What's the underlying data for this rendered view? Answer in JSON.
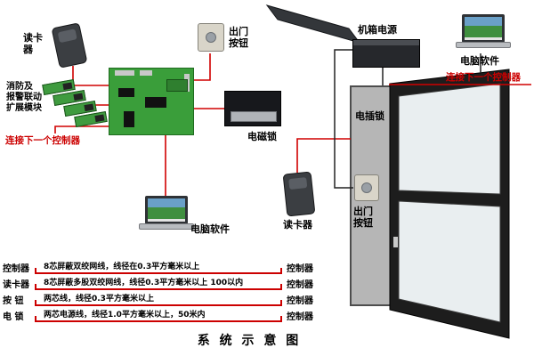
{
  "title": "系 统 示 意 图",
  "left_diagram": {
    "card_reader_label": "读卡\n器",
    "fire_module_label": "消防及\n报警联动\n扩展模块",
    "next_controller_label": "连接下一个控制器",
    "exit_button_label": "出门\n按钮",
    "magnetic_lock_label": "电磁锁",
    "pc_software_label": "电脑软件"
  },
  "right_diagram": {
    "chassis_power_label": "机箱电源",
    "pc_software_label": "电脑软件",
    "next_controller_label": "连接下一个控制器",
    "electric_bolt_label": "电插锁",
    "card_reader_label": "读卡器",
    "exit_button_label": "出门\n按钮"
  },
  "wiring_table": {
    "rows": [
      {
        "left": "控制器",
        "spec": "8芯屏蔽双绞网线，线径在0.3平方毫米以上",
        "right": "控制器"
      },
      {
        "left": "读卡器",
        "spec": "8芯屏蔽多股双绞网线，线径0.3平方毫米以上 100以内",
        "right": "控制器"
      },
      {
        "left": "按 钮",
        "spec": "两芯线，线径0.3平方毫米以上",
        "right": "控制器"
      },
      {
        "left": "电 锁",
        "spec": "两芯电源线，线径1.0平方毫米以上，50米内",
        "right": "控制器"
      }
    ]
  },
  "colors": {
    "wire_red": "#cc0000",
    "board_green": "#3a9e3a",
    "text_black": "#000000"
  }
}
